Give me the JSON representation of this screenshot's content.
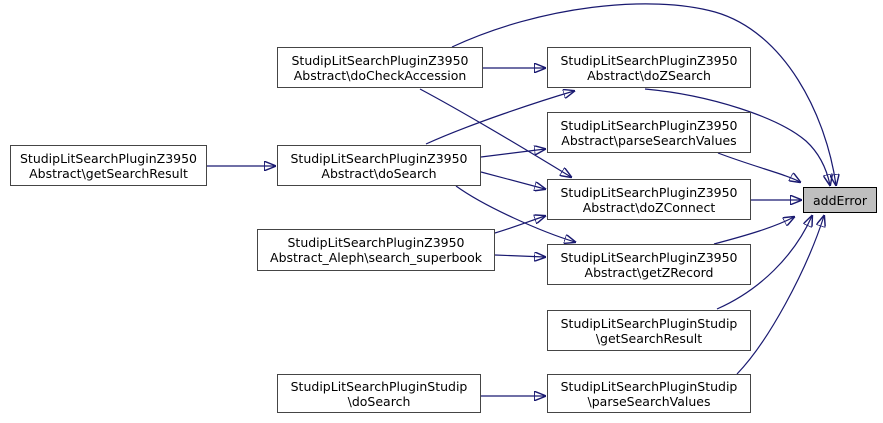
{
  "diagram": {
    "kind": "caller-graph",
    "colors": {
      "edge": "#191970",
      "node_fill": "#ffffff",
      "node_border": "#454545",
      "highlight_fill": "#bfbfbf"
    },
    "nodes": [
      {
        "id": "getsearchresult-z3950",
        "line1": "StudipLitSearchPluginZ3950",
        "line2": "Abstract\\getSearchResult"
      },
      {
        "id": "docheckaccession",
        "line1": "StudipLitSearchPluginZ3950",
        "line2": "Abstract\\doCheckAccession"
      },
      {
        "id": "dosearch-z3950",
        "line1": "StudipLitSearchPluginZ3950",
        "line2": "Abstract\\doSearch"
      },
      {
        "id": "search-superbook",
        "line1": "StudipLitSearchPluginZ3950",
        "line2": "Abstract_Aleph\\search_superbook"
      },
      {
        "id": "dosearch-studip",
        "line1": "StudipLitSearchPluginStudip",
        "line2": "\\doSearch"
      },
      {
        "id": "dozsearch",
        "line1": "StudipLitSearchPluginZ3950",
        "line2": "Abstract\\doZSearch"
      },
      {
        "id": "parsesearchvalues-z3950",
        "line1": "StudipLitSearchPluginZ3950",
        "line2": "Abstract\\parseSearchValues"
      },
      {
        "id": "dozconnect",
        "line1": "StudipLitSearchPluginZ3950",
        "line2": "Abstract\\doZConnect"
      },
      {
        "id": "getzrecord",
        "line1": "StudipLitSearchPluginZ3950",
        "line2": "Abstract\\getZRecord"
      },
      {
        "id": "getsearchresult-studip",
        "line1": "StudipLitSearchPluginStudip",
        "line2": "\\getSearchResult"
      },
      {
        "id": "parsesearchvalues-studip",
        "line1": "StudipLitSearchPluginStudip",
        "line2": "\\parseSearchValues"
      },
      {
        "id": "adderror",
        "line1": "addError",
        "line2": ""
      }
    ],
    "edges": [
      {
        "from": "getsearchresult-z3950",
        "to": "dosearch-z3950"
      },
      {
        "from": "docheckaccession",
        "to": "dozsearch"
      },
      {
        "from": "docheckaccession",
        "to": "dozconnect"
      },
      {
        "from": "docheckaccession",
        "to": "adderror"
      },
      {
        "from": "dosearch-z3950",
        "to": "dozsearch"
      },
      {
        "from": "dosearch-z3950",
        "to": "parsesearchvalues-z3950"
      },
      {
        "from": "dosearch-z3950",
        "to": "dozconnect"
      },
      {
        "from": "dosearch-z3950",
        "to": "getzrecord"
      },
      {
        "from": "search-superbook",
        "to": "dozconnect"
      },
      {
        "from": "search-superbook",
        "to": "getzrecord"
      },
      {
        "from": "dosearch-studip",
        "to": "parsesearchvalues-studip"
      },
      {
        "from": "dozsearch",
        "to": "adderror"
      },
      {
        "from": "parsesearchvalues-z3950",
        "to": "adderror"
      },
      {
        "from": "dozconnect",
        "to": "adderror"
      },
      {
        "from": "getzrecord",
        "to": "adderror"
      },
      {
        "from": "getsearchresult-studip",
        "to": "adderror"
      },
      {
        "from": "parsesearchvalues-studip",
        "to": "adderror"
      }
    ]
  }
}
